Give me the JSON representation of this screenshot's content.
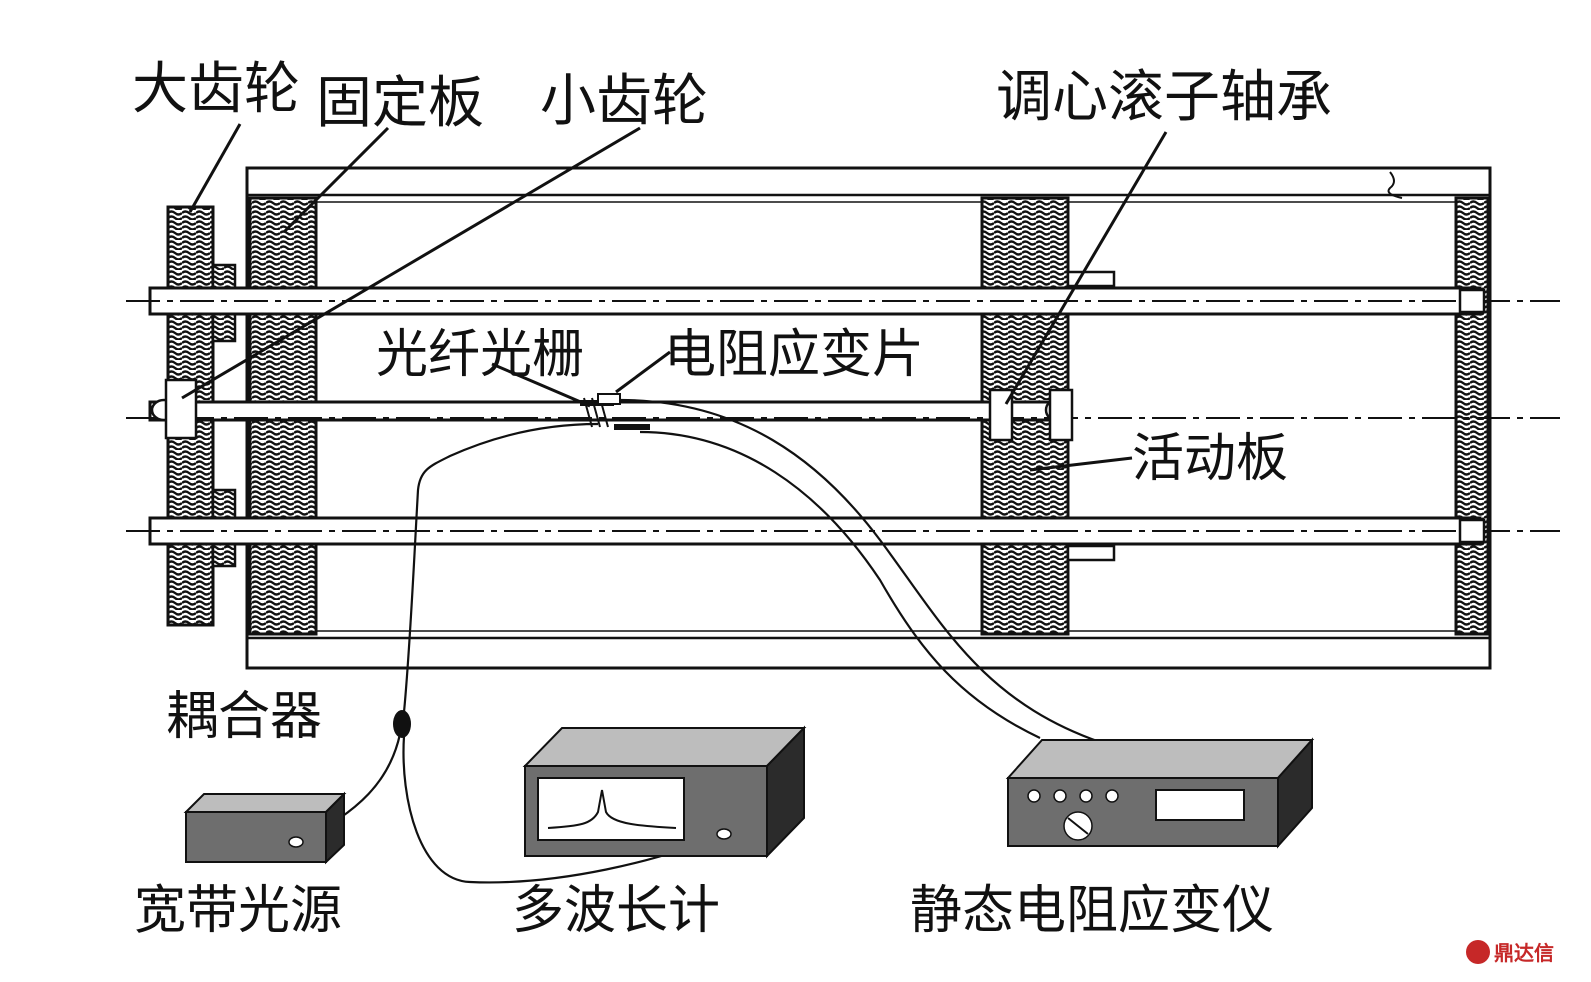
{
  "labels": {
    "big_gear": "大齿轮",
    "fixed_plate": "固定板",
    "small_gear": "小齿轮",
    "bearing": "调心滚子轴承",
    "fbg": "光纤光栅",
    "strain_gauge": "电阻应变片",
    "movable_plate": "活动板",
    "coupler": "耦合器",
    "broadband_source": "宽带光源",
    "wavelength_meter": "多波长计",
    "strain_meter": "静态电阻应变仪"
  },
  "watermark": "鼎达信",
  "colors": {
    "line": "#111111",
    "device_top": "#bdbdbd",
    "device_front": "#6e6e6e",
    "device_side": "#2b2b2b",
    "watermark": "#c62828"
  }
}
